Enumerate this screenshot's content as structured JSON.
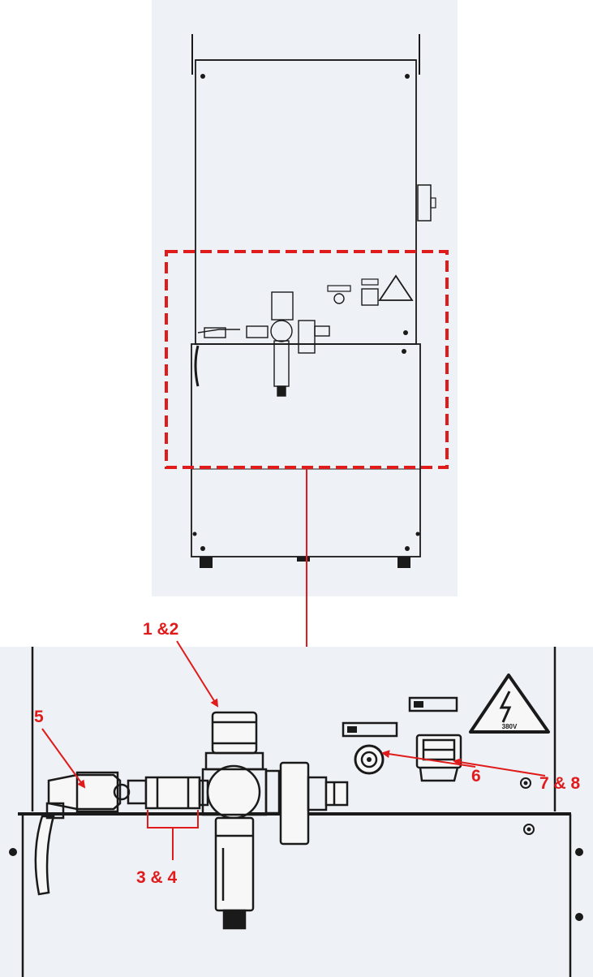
{
  "colors": {
    "panel_bg": "#eef1f5",
    "line": "#1a1a1a",
    "annotation": "#e01b1b"
  },
  "callouts": {
    "c1_2": "1 &2",
    "c3_4": "3 & 4",
    "c5": "5",
    "c6": "6",
    "c7_8": "7 & 8"
  },
  "warning_label": {
    "volt_text": "380V"
  }
}
